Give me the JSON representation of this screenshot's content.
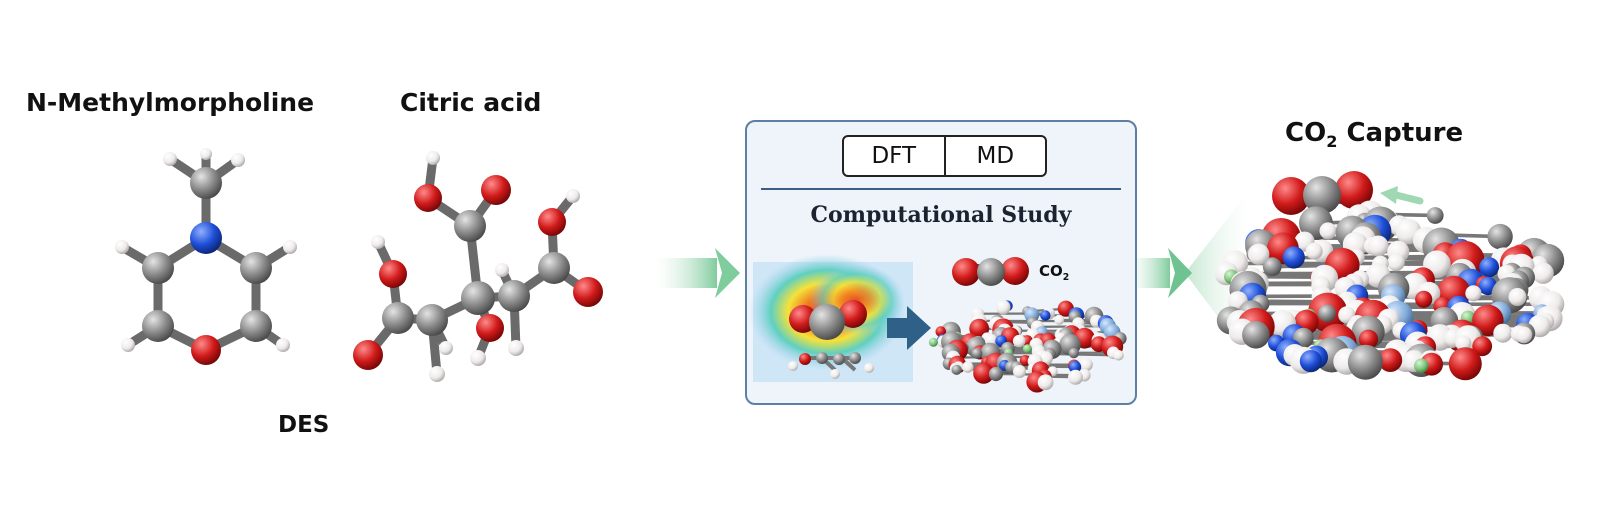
{
  "labels": {
    "nmm": "N-Methylmorpholine",
    "citric": "Citric acid",
    "des": "DES",
    "capture_prefix": "CO",
    "capture_sub": "2",
    "capture_suffix": " Capture"
  },
  "panel": {
    "tabs": [
      "DFT",
      "MD"
    ],
    "title": "Computational Study",
    "co2_prefix": "CO",
    "co2_sub": "2"
  },
  "icons": {
    "arrow": "green-flow-arrow",
    "panel_arrow": "blue-arrow",
    "molecule": "ball-and-stick-molecule",
    "heatmap": "electron-density-heatmap",
    "cluster": "md-molecular-cluster"
  },
  "colors": {
    "carbon": "#8a8a8a",
    "nitrogen": "#1f4fd8",
    "oxygen": "#d11a1a",
    "hydrogen": "#f0eeee",
    "fluor": "#7cc47a",
    "accent_green": "#6fc391",
    "panel_border": "#5d7fa3",
    "panel_arrow": "#2e6088"
  }
}
